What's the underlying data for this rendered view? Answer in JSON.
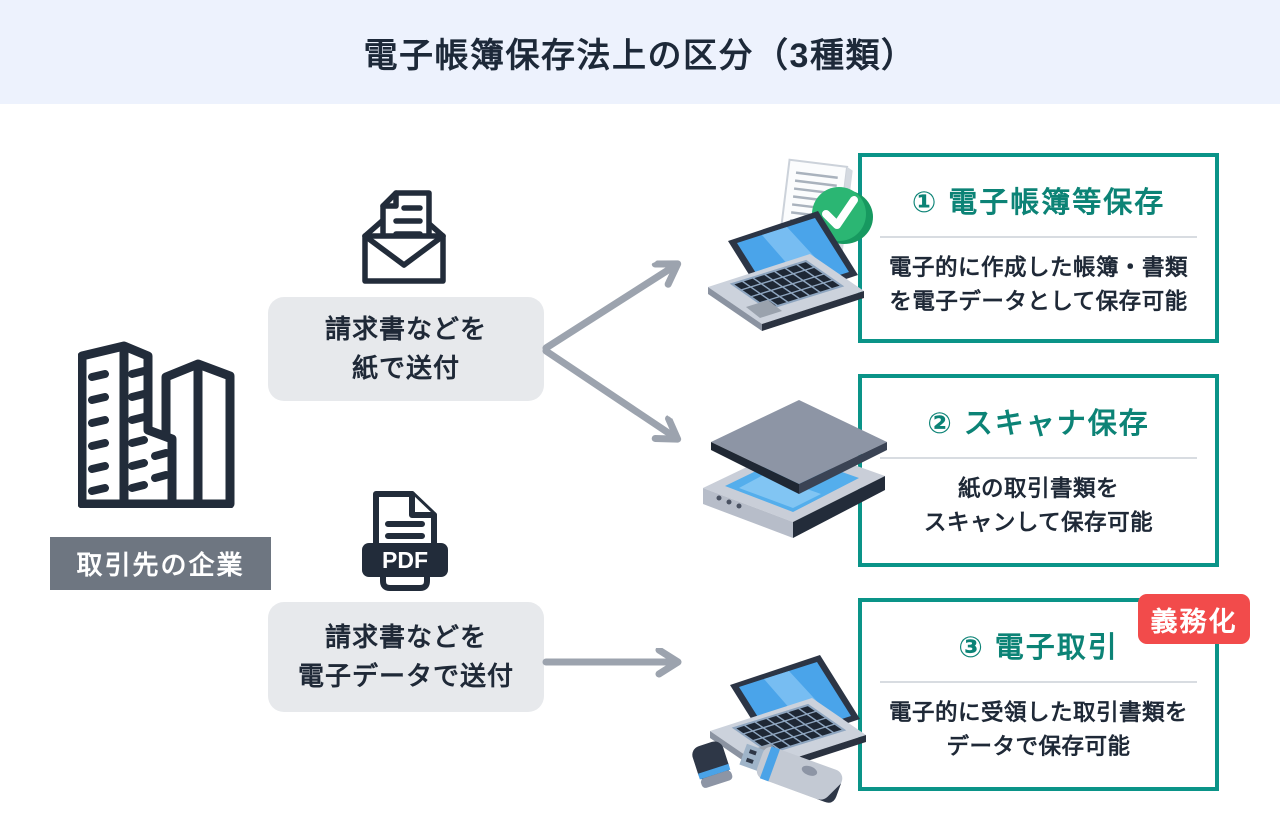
{
  "header": {
    "title": "電子帳簿保存法上の区分（3種類）"
  },
  "sender": {
    "label": "取引先の企業"
  },
  "flows": [
    {
      "lines": [
        "請求書などを",
        "紙で送付"
      ]
    },
    {
      "lines": [
        "請求書などを",
        "電子データで送付"
      ]
    }
  ],
  "pdf_icon": {
    "label": "PDF"
  },
  "categories": [
    {
      "number": "①",
      "heading": "電子帳簿等保存",
      "body_lines": [
        "電子的に作成した帳簿・書類",
        "を電子データとして保存可能"
      ]
    },
    {
      "number": "②",
      "heading": "スキャナ保存",
      "body_lines": [
        "紙の取引書類を",
        "スキャンして保存可能"
      ]
    },
    {
      "number": "③",
      "heading": "電子取引",
      "body_lines": [
        "電子的に受領した取引書類を",
        "データで保存可能"
      ],
      "badge": "義務化"
    }
  ],
  "icons": {
    "building": "office-buildings-icon",
    "envelope": "open-envelope-letter-icon",
    "pdf": "pdf-file-icon",
    "laptop_check": "laptop-with-approved-document-illustration",
    "scanner": "flatbed-scanner-illustration",
    "laptop_usb": "laptop-with-usb-drive-illustration"
  },
  "colors": {
    "header_bg": "#edf2fd",
    "accent_teal": "#0a9488",
    "heading_teal": "#0c8376",
    "badge_red": "#f24b4b",
    "dark_navy": "#1f2937",
    "flow_box_bg": "#e7e9ec",
    "sender_bg": "#6e7681",
    "arrow_gray": "#9ca3ae"
  }
}
